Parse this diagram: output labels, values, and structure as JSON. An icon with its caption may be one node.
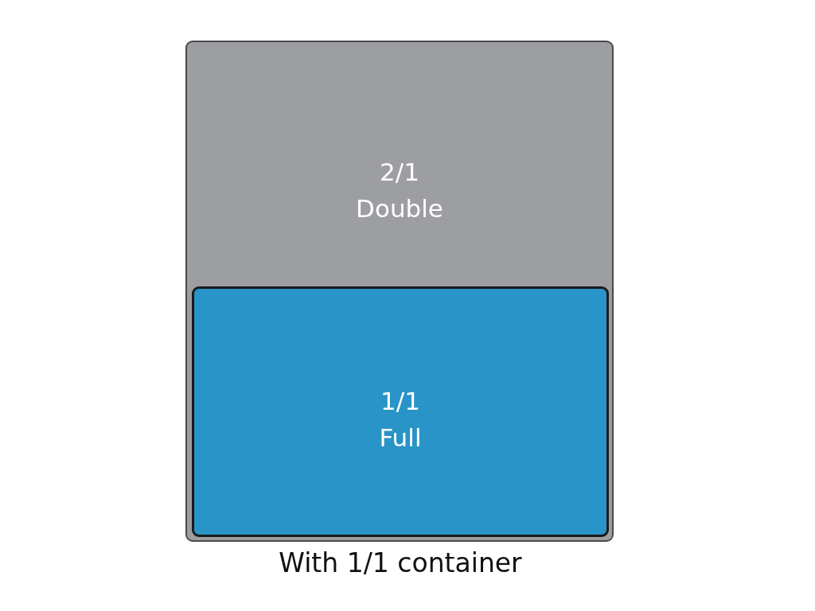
{
  "diagram": {
    "caption": "With 1/1 container",
    "nodes": [
      {
        "text": [
          "2/1 Double"
        ]
      },
      {
        "text": [
          "1/1 Full"
        ],
        "in": 0
      }
    ],
    "edges": []
  }
}
